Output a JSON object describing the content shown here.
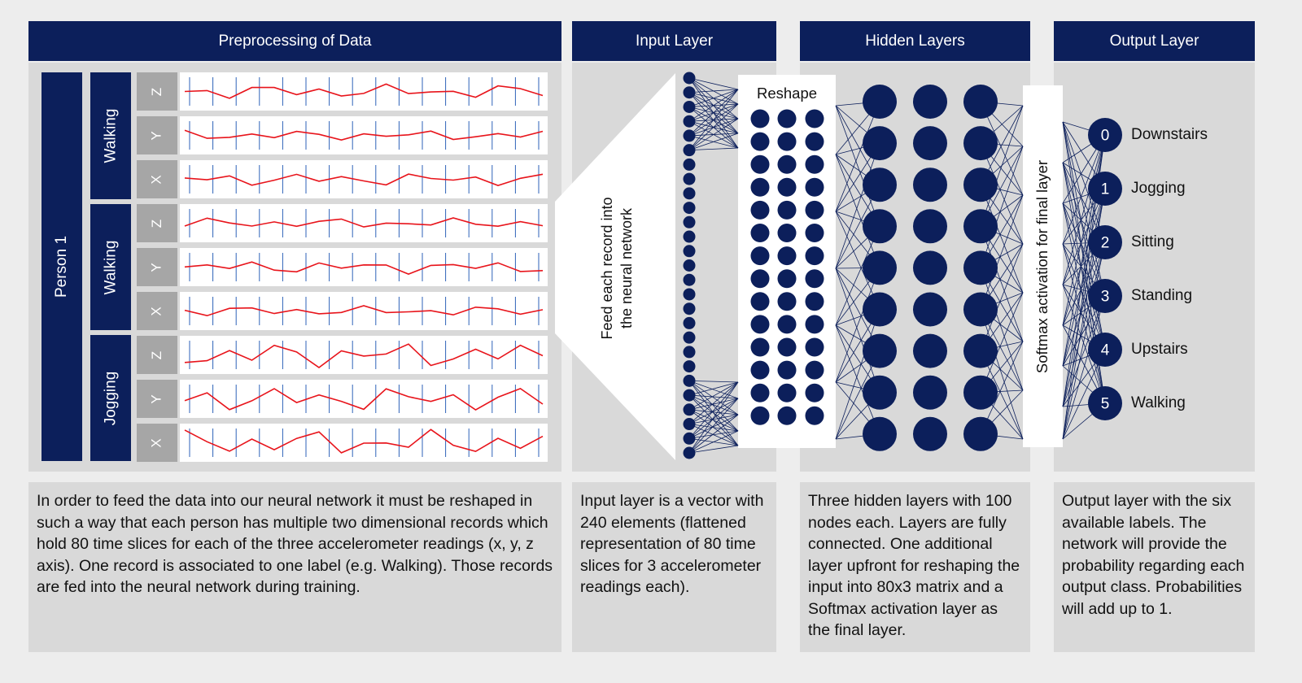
{
  "headers": {
    "preprocessing": "Preprocessing of Data",
    "input": "Input Layer",
    "hidden": "Hidden Layers",
    "output": "Output Layer"
  },
  "person_label": "Person 1",
  "activities": [
    "Walking",
    "Walking",
    "Jogging"
  ],
  "axes": [
    "Z",
    "Y",
    "X"
  ],
  "feed_text": [
    "Feed each record into",
    "the neural network"
  ],
  "reshape_label": "Reshape",
  "softmax_label": "Softmax activation for final layer",
  "output_classes": [
    {
      "index": "0",
      "label": "Downstairs"
    },
    {
      "index": "1",
      "label": "Jogging"
    },
    {
      "index": "2",
      "label": "Sitting"
    },
    {
      "index": "3",
      "label": "Standing"
    },
    {
      "index": "4",
      "label": "Upstairs"
    },
    {
      "index": "5",
      "label": "Walking"
    }
  ],
  "descriptions": {
    "preprocessing": "In order to feed the data into our neural network it must be reshaped in such a way that each person has multiple two dimensional records which hold 80 time slices for each of the three accelerometer readings (x, y, z axis). One record is associated to one label (e.g. Walking). Those records are fed into the neural network during training.",
    "input": "Input layer is a vector with 240 elements (flattened representation of 80 time slices for 3 accelerometer readings each).",
    "hidden": "Three hidden layers with 100 nodes each. Layers are fully connected. One additional layer upfront for reshaping the input into 80x3 matrix and a Softmax activation layer as the final layer.",
    "output": "Output layer with the six available labels. The network will provide the probability regarding each output class. Probabilities will add up to 1."
  },
  "colors": {
    "navy": "#0c1f5b",
    "signal": "#e8141b",
    "tick": "#2e62b8"
  }
}
